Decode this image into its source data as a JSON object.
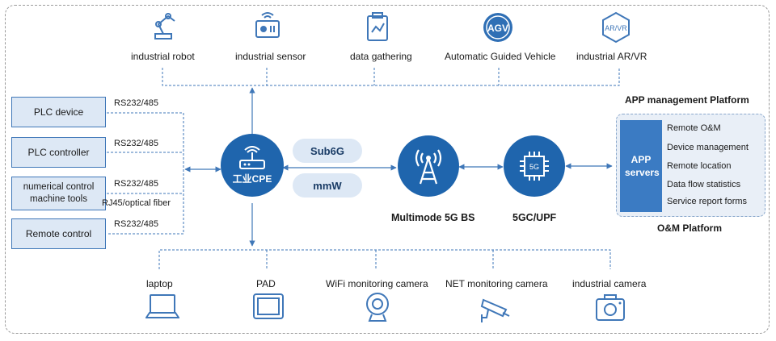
{
  "top_devices": [
    {
      "label": "industrial robot",
      "icon": "robot-arm-icon"
    },
    {
      "label": "industrial sensor",
      "icon": "sensor-icon"
    },
    {
      "label": "data gathering",
      "icon": "data-clipboard-icon"
    },
    {
      "label": "Automatic Guided Vehicle",
      "icon": "agv-badge-icon",
      "icon_text": "AGV"
    },
    {
      "label": "industrial AR/VR",
      "icon": "arvr-badge-icon",
      "icon_text": "AR/VR"
    }
  ],
  "left_devices": [
    {
      "label": "PLC device",
      "link": "RS232/485"
    },
    {
      "label": "PLC controller",
      "link": "RS232/485"
    },
    {
      "label": "numerical control machine tools",
      "link": "RS232/485",
      "link2": "RJ45/optical fiber"
    },
    {
      "label": "Remote control",
      "link": "RS232/485"
    }
  ],
  "cpe": {
    "label": "工业CPE"
  },
  "links": {
    "sub6g": "Sub6G",
    "mmw": "mmW"
  },
  "base_station": {
    "label": "Multimode 5G BS"
  },
  "core": {
    "label": "5GC/UPF",
    "chip_text": "5G"
  },
  "platform": {
    "title_top": "APP management Platform",
    "title_bottom": "O&M Platform",
    "server": "APP servers",
    "items": [
      "Remote O&M",
      "Device management",
      "Remote location",
      "Data flow statistics",
      "Service report forms"
    ]
  },
  "bottom_devices": [
    {
      "label": "laptop",
      "icon": "laptop-icon"
    },
    {
      "label": "PAD",
      "icon": "tablet-icon"
    },
    {
      "label": "WiFi  monitoring camera",
      "icon": "webcam-icon"
    },
    {
      "label": "NET monitoring camera",
      "icon": "cctv-camera-icon"
    },
    {
      "label": "industrial  camera",
      "icon": "camera-icon"
    }
  ],
  "colors": {
    "primary": "#1f65ad",
    "light": "#dde8f5",
    "line": "#3f77b8"
  }
}
